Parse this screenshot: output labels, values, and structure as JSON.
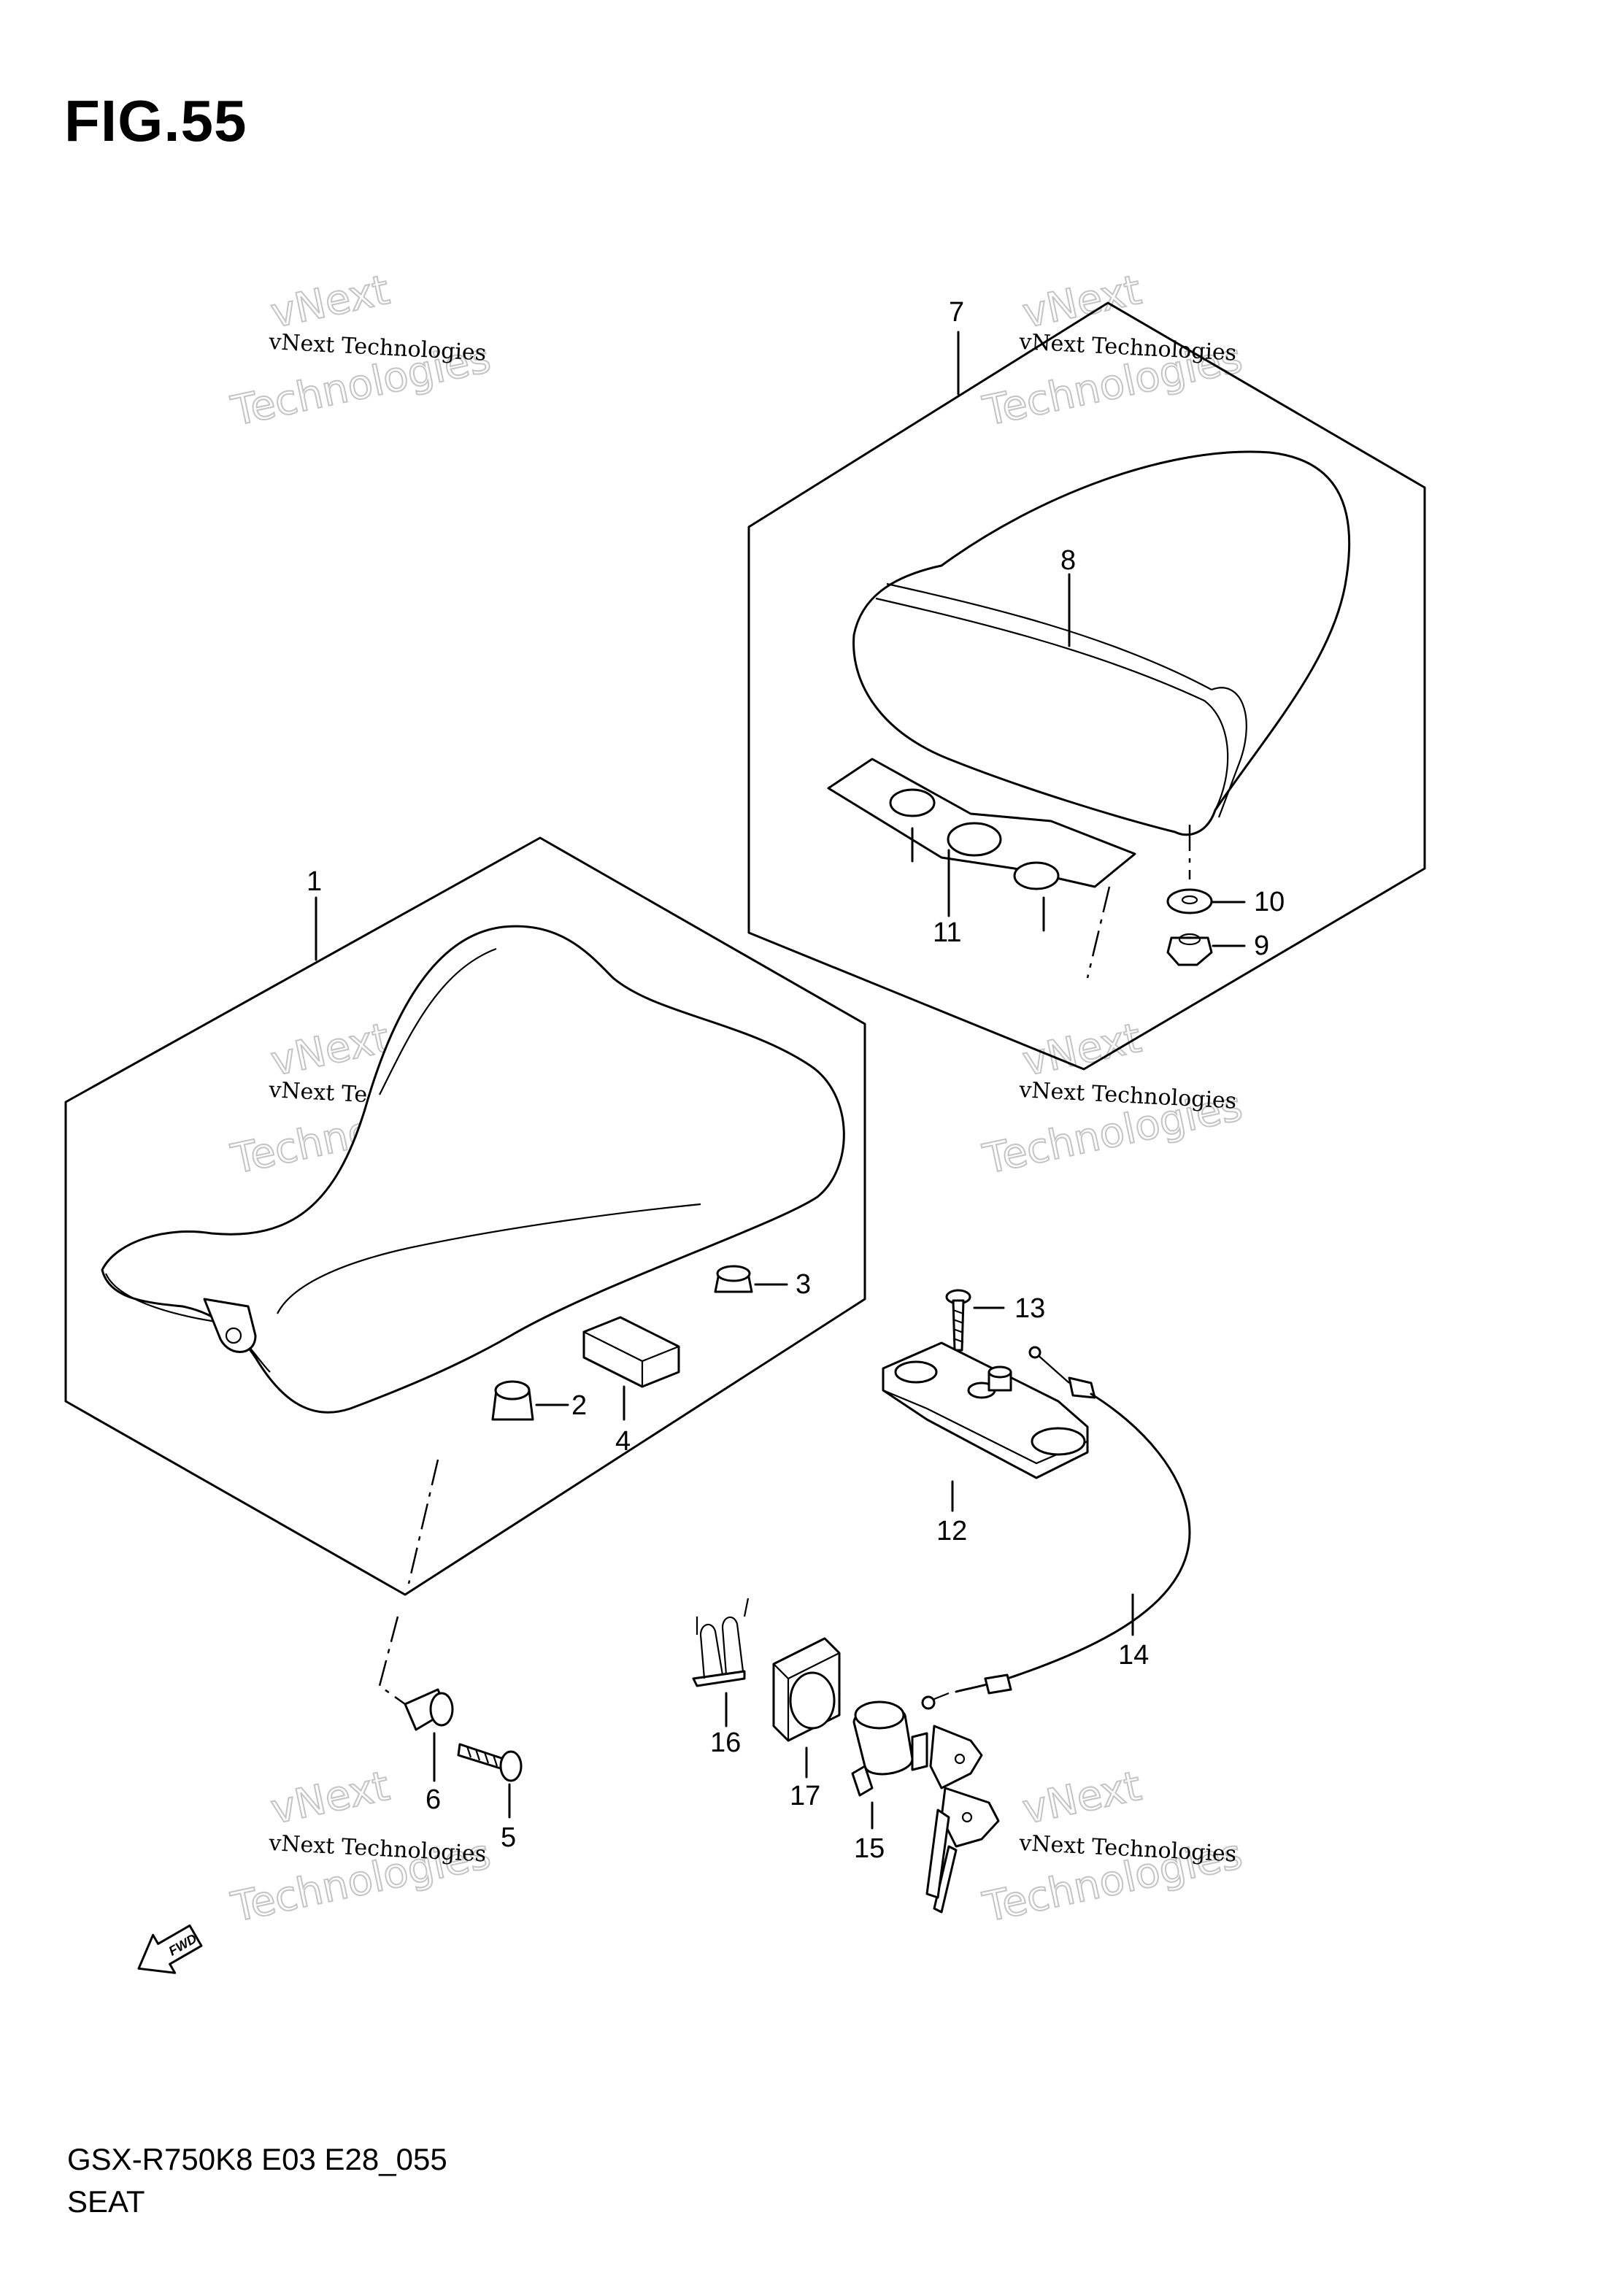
{
  "figure": {
    "title": "FIG.55",
    "code": "GSX-R750K8 E03 E28_055",
    "name": "SEAT"
  },
  "callouts": [
    {
      "id": "1",
      "label": "1"
    },
    {
      "id": "2",
      "label": "2"
    },
    {
      "id": "3",
      "label": "3"
    },
    {
      "id": "4",
      "label": "4"
    },
    {
      "id": "5",
      "label": "5"
    },
    {
      "id": "6",
      "label": "6"
    },
    {
      "id": "7",
      "label": "7"
    },
    {
      "id": "8",
      "label": "8"
    },
    {
      "id": "9",
      "label": "9"
    },
    {
      "id": "10",
      "label": "10"
    },
    {
      "id": "11",
      "label": "11"
    },
    {
      "id": "12",
      "label": "12"
    },
    {
      "id": "13",
      "label": "13"
    },
    {
      "id": "14",
      "label": "14"
    },
    {
      "id": "15",
      "label": "15"
    },
    {
      "id": "16",
      "label": "16"
    },
    {
      "id": "17",
      "label": "17"
    }
  ],
  "direction_arrow": {
    "label": "FWD",
    "icon": "fwd-arrow-icon"
  },
  "watermark": {
    "line1": "vNext",
    "line2": "vNext Technologies",
    "line3": "Technologies",
    "color": "#c4c4c4"
  }
}
